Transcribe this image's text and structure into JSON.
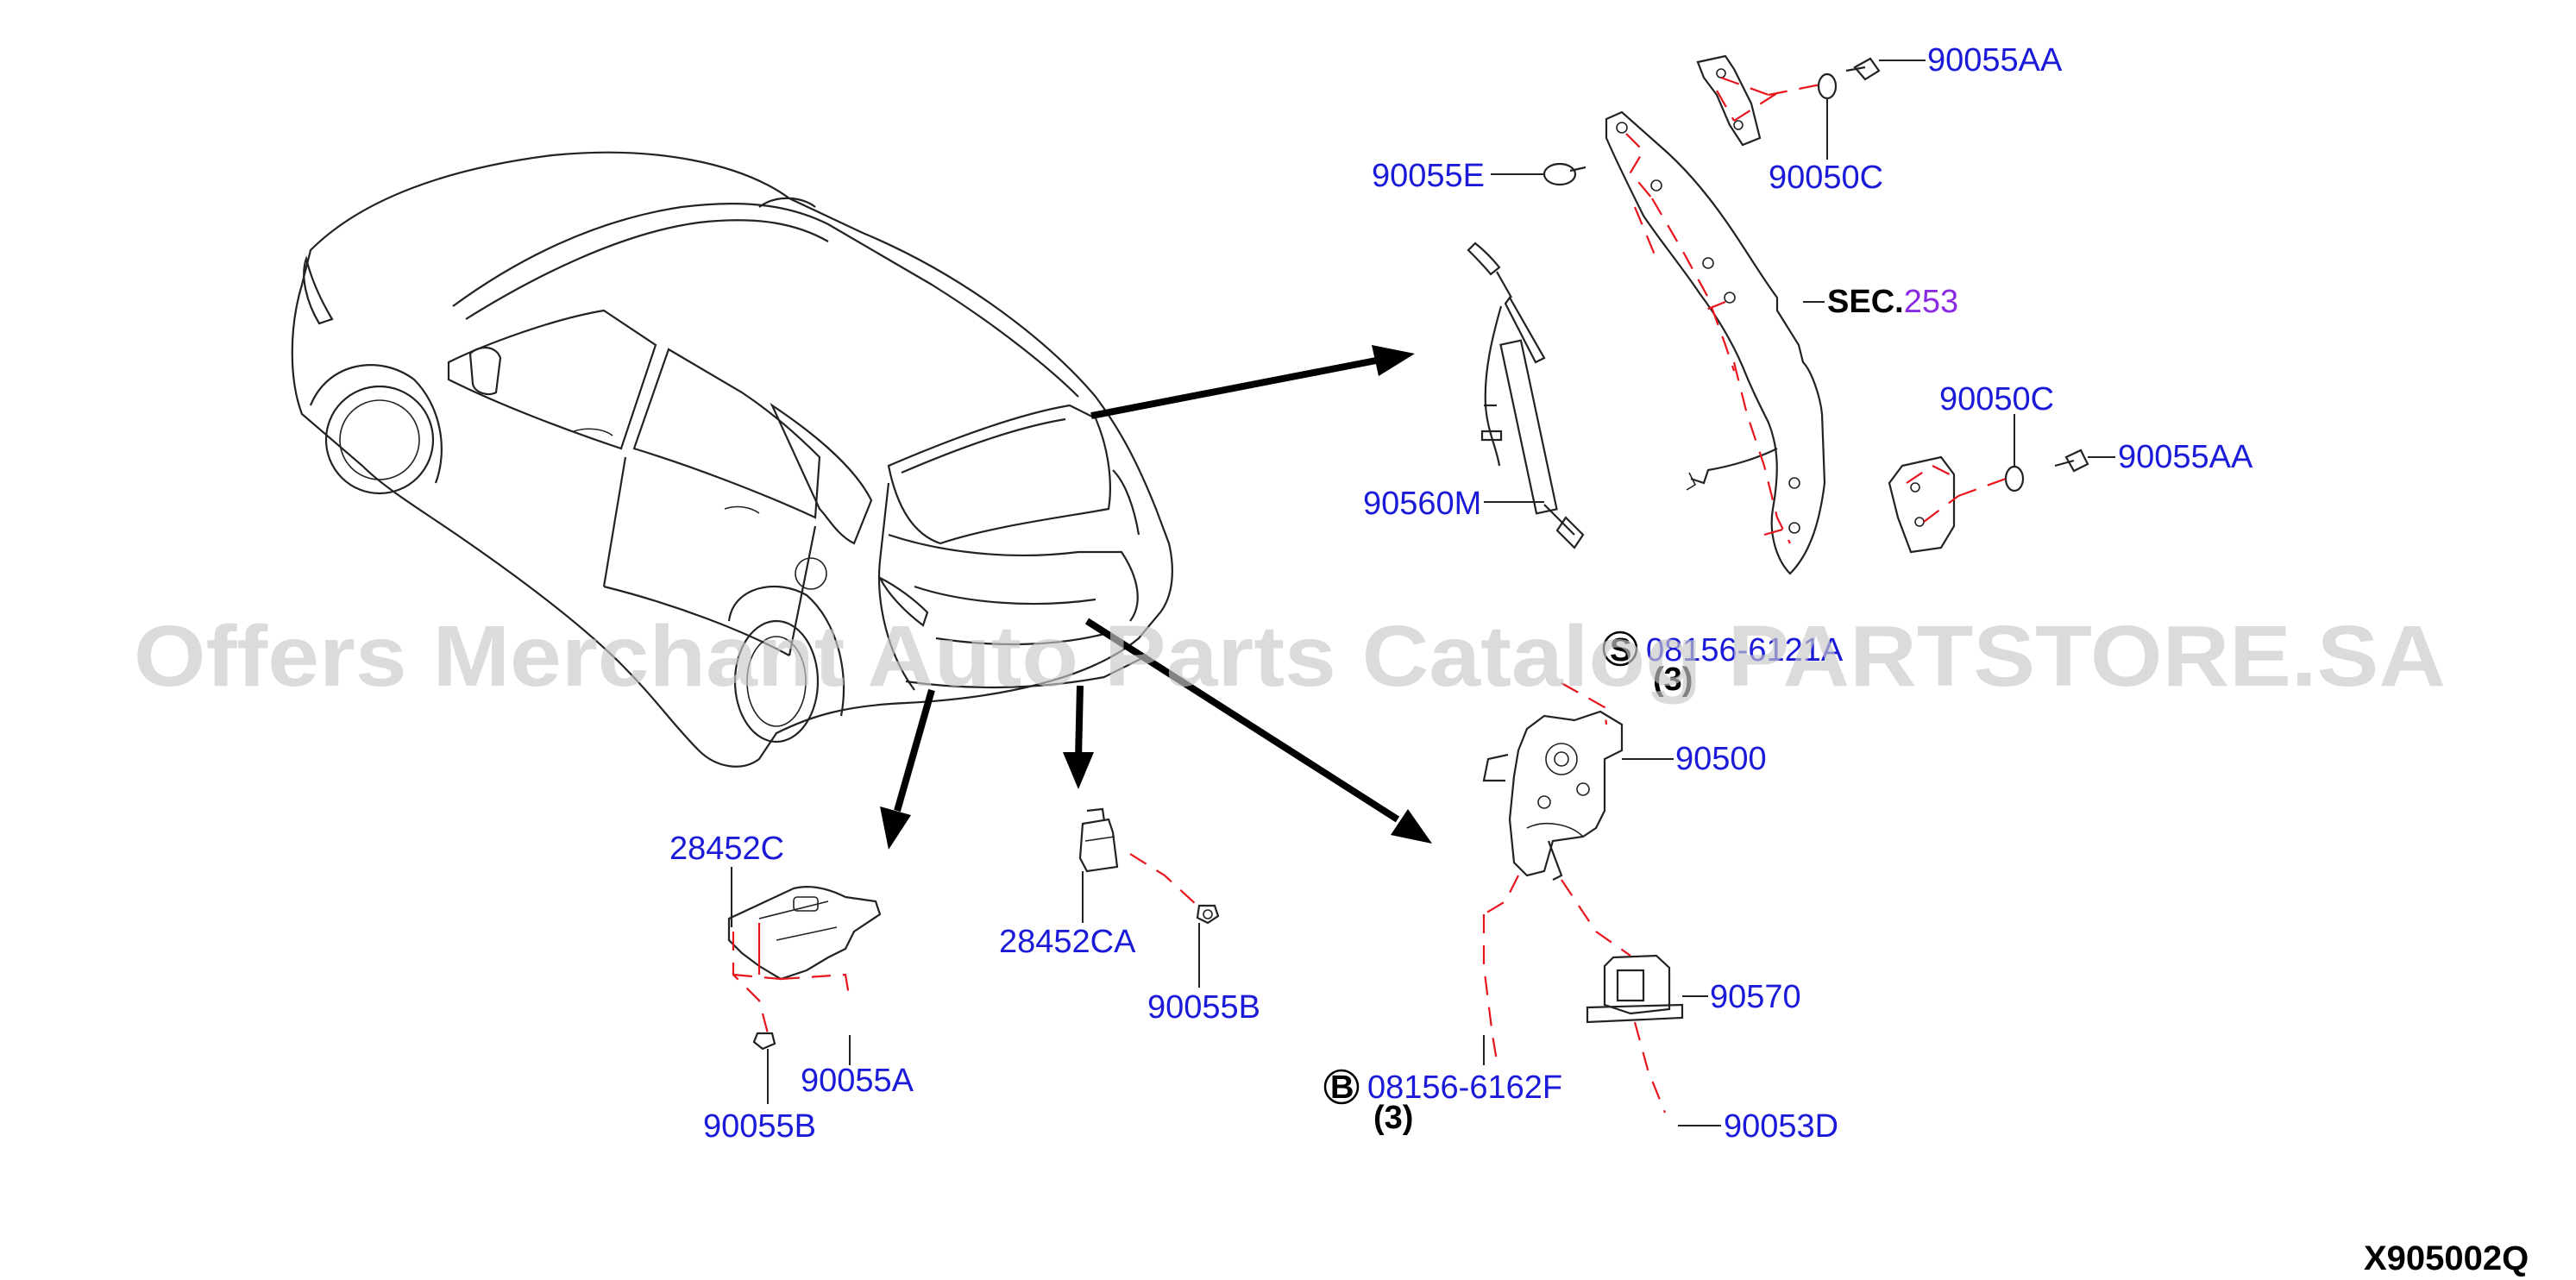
{
  "diagram_code": "X905002Q",
  "watermark": "Offers Merchant Auto Parts Catalog PARTSTORE.SA",
  "section_ref": {
    "prefix": "SEC.",
    "number": "253"
  },
  "parts": {
    "p90055AA_top": "90055AA",
    "p90050C_top": "90050C",
    "p90055E": "90055E",
    "p90560M": "90560M",
    "p90050C_mid": "90050C",
    "p90055AA_mid": "90055AA",
    "p90500": "90500",
    "p90570": "90570",
    "p90053D": "90053D",
    "p28452C": "28452C",
    "p28452CA": "28452CA",
    "p90055B_mid": "90055B",
    "p90055A": "90055A",
    "p90055B_low": "90055B"
  },
  "refs": {
    "s_ref": {
      "badge": "S",
      "part": "08156-6121A",
      "qty": "(3)"
    },
    "b_ref": {
      "badge": "B",
      "part": "08156-6162F",
      "qty": "(3)"
    }
  },
  "icons": [
    "vehicle-outline-icon",
    "gas-stay-icon",
    "hinge-icon",
    "back-door-lock-icon",
    "striker-icon",
    "bracket-icon",
    "bolt-icon",
    "washer-icon",
    "nut-icon",
    "clip-icon"
  ]
}
